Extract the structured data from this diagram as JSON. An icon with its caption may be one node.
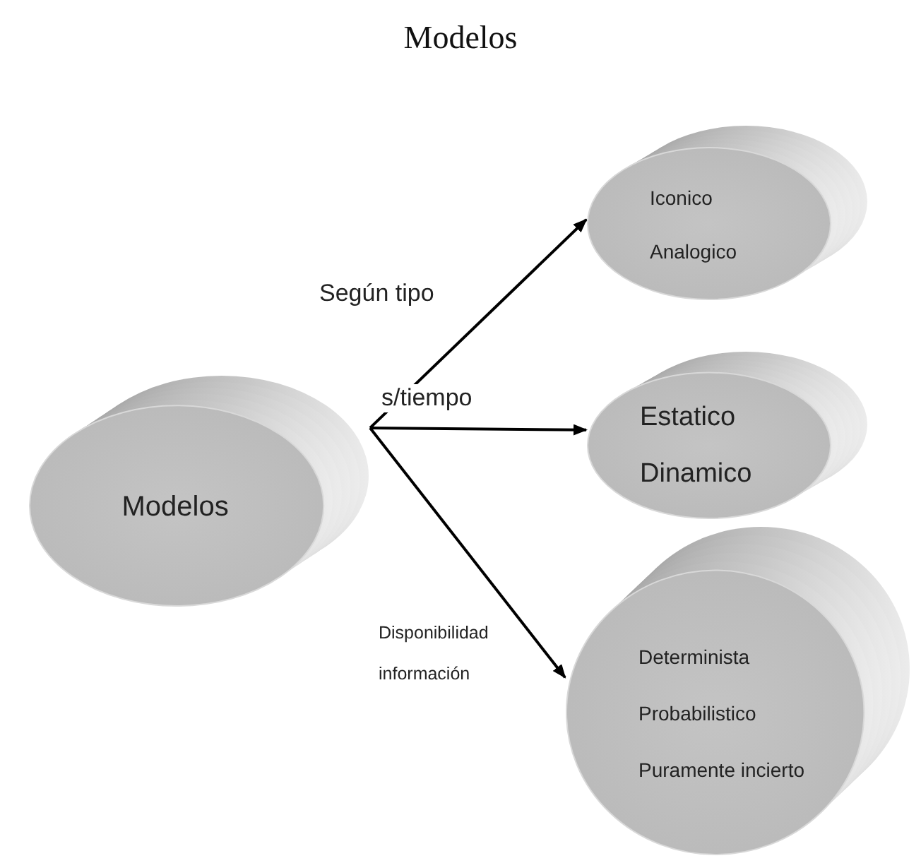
{
  "diagram": {
    "title": "Modelos",
    "nodes": [
      {
        "text": [
          "Modelos"
        ]
      },
      {
        "text": [
          "Iconico",
          "Analogico"
        ]
      },
      {
        "text": [
          "Estatico",
          "Dinamico"
        ]
      },
      {
        "text": [
          "Determinista",
          "Probabilistico",
          "Puramente incierto"
        ]
      }
    ],
    "edges": [
      {
        "from": 0,
        "to": 1,
        "arrow": "to",
        "label": "Según tipo"
      },
      {
        "from": 0,
        "to": 2,
        "arrow": "to",
        "label": "s/tiempo"
      },
      {
        "from": 0,
        "to": 3,
        "arrow": "to",
        "label": "Disponibilidad información"
      }
    ]
  }
}
